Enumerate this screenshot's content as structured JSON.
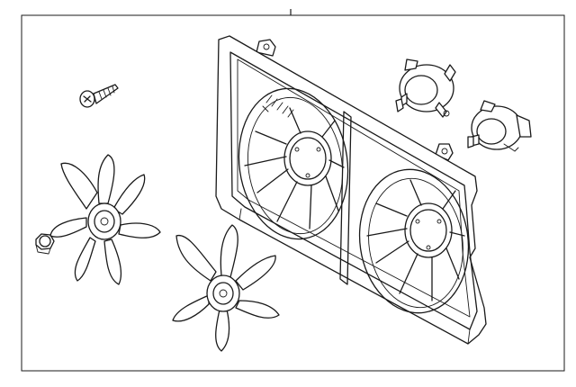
{
  "diagram": {
    "callouts": [],
    "parts": [
      {
        "id": "fan-shroud",
        "icon": "fan-shroud-icon"
      },
      {
        "id": "fan-motor-upper",
        "icon": "fan-motor-icon"
      },
      {
        "id": "fan-motor-lower",
        "icon": "fan-motor-icon"
      },
      {
        "id": "screw",
        "icon": "screw-icon"
      },
      {
        "id": "fan-blade-left",
        "icon": "fan-blade-icon"
      },
      {
        "id": "fan-blade-right",
        "icon": "fan-blade-icon"
      },
      {
        "id": "nut",
        "icon": "nut-icon"
      }
    ],
    "colors": {
      "line": "#1a1a1a",
      "background": "#ffffff"
    }
  }
}
